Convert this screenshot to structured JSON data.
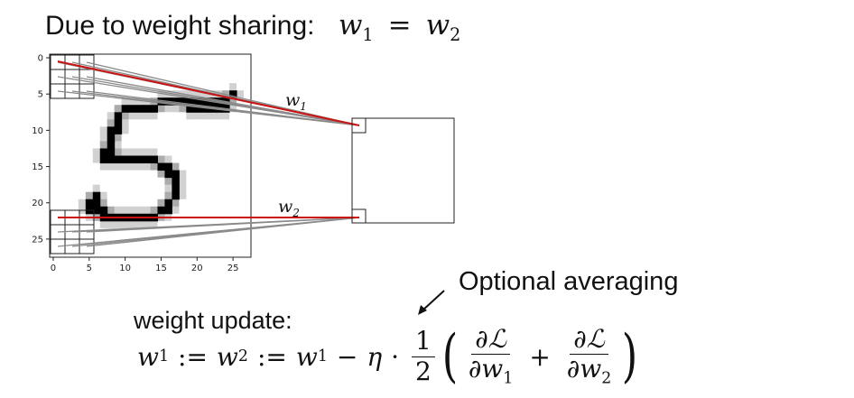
{
  "title": {
    "text": "Due to weight sharing:",
    "eq_lhs": "w",
    "eq_lhs_sub": "1",
    "eq_op": "=",
    "eq_rhs": "w",
    "eq_rhs_sub": "2"
  },
  "image_axes": {
    "y_ticks": [
      "0",
      "5",
      "10",
      "15",
      "20",
      "25"
    ],
    "x_ticks": [
      "0",
      "5",
      "10",
      "15",
      "20",
      "25"
    ]
  },
  "weight_labels": {
    "w1": "w",
    "w1_sub": "1",
    "w2": "w",
    "w2_sub": "2"
  },
  "annotation": {
    "optional_averaging": "Optional averaging"
  },
  "update": {
    "label": "weight update:",
    "w1": "w",
    "sub1": "1",
    "assign1": ":=",
    "w2": "w",
    "sub2": "2",
    "assign2": ":=",
    "w1b": "w",
    "sub1b": "1",
    "minus": "−",
    "eta": "η",
    "dot": "·",
    "half_num": "1",
    "half_den": "2",
    "partial_num": "∂ℒ",
    "partial_den1": "∂w",
    "partial_den1_sub": "1",
    "plus": "+",
    "partial_den2": "∂w",
    "partial_den2_sub": "2",
    "lparen": "(",
    "rparen": ")"
  },
  "colors": {
    "connection_gray": "#8a8a8a",
    "connection_red": "#cc1111",
    "digit": "#000000"
  }
}
